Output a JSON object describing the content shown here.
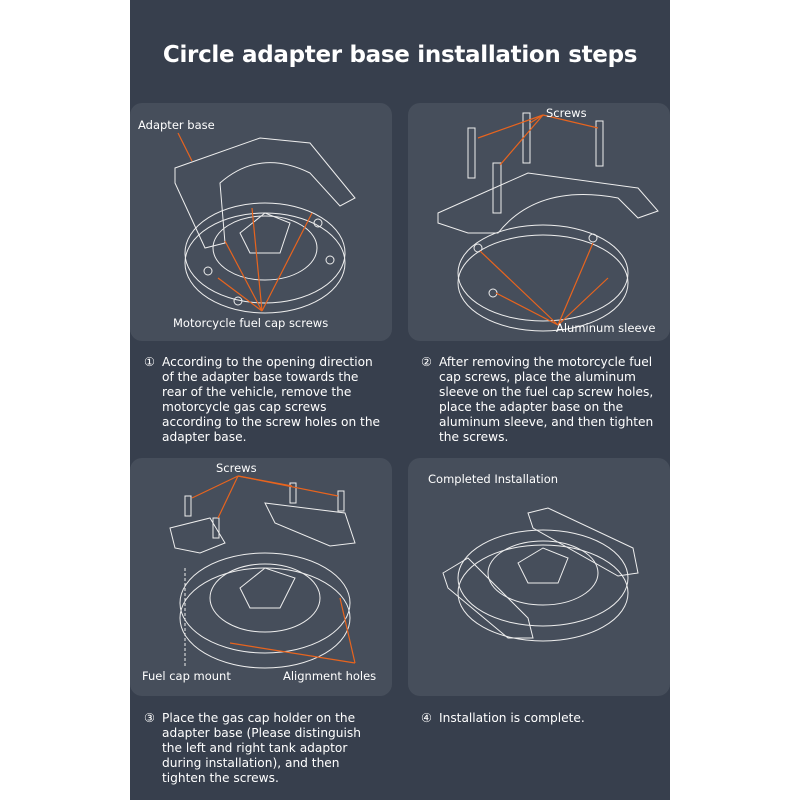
{
  "title": "Circle adapter base installation steps",
  "colors": {
    "background": "#373f4d",
    "panel": "#464e5b",
    "arrow": "#e8641e",
    "text": "#ffffff"
  },
  "panels": [
    {
      "labels": [
        "Adapter base",
        "Motorcycle fuel cap screws"
      ]
    },
    {
      "labels": [
        "Screws",
        "Aluminum sleeve"
      ]
    },
    {
      "labels": [
        "Screws",
        "Fuel cap mount",
        "Alignment holes"
      ]
    },
    {
      "labels": [
        "Completed Installation"
      ]
    }
  ],
  "steps": [
    {
      "num": "①",
      "text": "According to the opening direction of the adapter base towards the rear of the vehicle, remove the motorcycle gas cap screws according to the screw holes on the adapter base."
    },
    {
      "num": "②",
      "text": "After removing the motorcycle fuel cap screws, place the aluminum sleeve on the fuel cap screw holes, place the adapter base on the aluminum sleeve, and then tighten the screws."
    },
    {
      "num": "③",
      "text": "Place the gas cap holder on the adapter base (Please distinguish the left and right tank adaptor during installation), and then tighten the screws."
    },
    {
      "num": "④",
      "text": "Installation is complete."
    }
  ]
}
